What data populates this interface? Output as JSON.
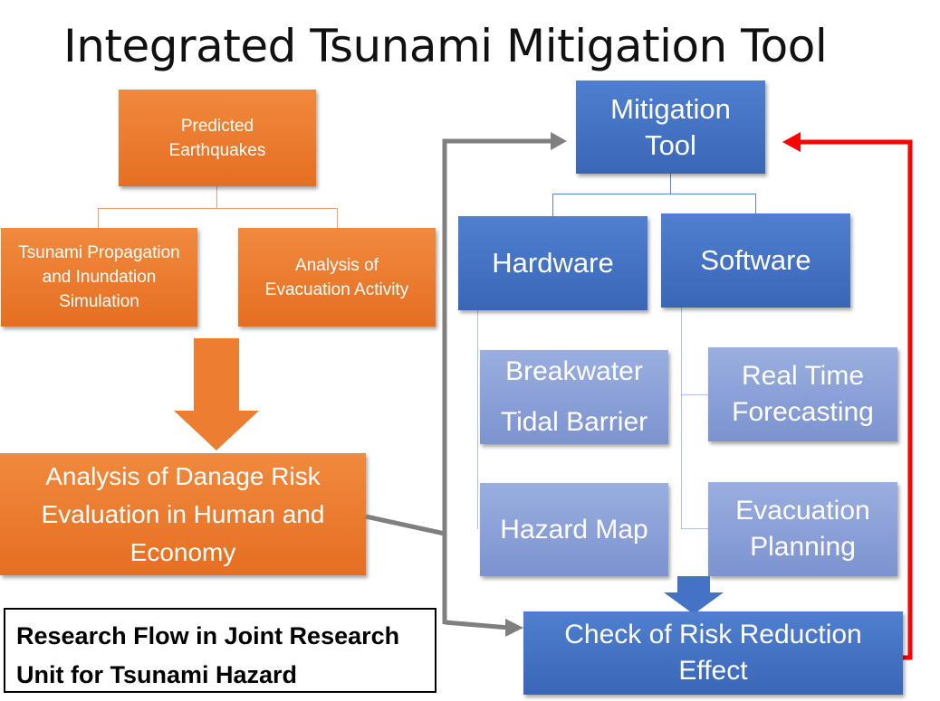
{
  "title": "Integrated Tsunami Mitigation Tool",
  "left_flow": {
    "predicted": [
      "Predicted",
      "Earthquakes"
    ],
    "propagation": [
      "Tsunami Propagation",
      "and Inundation",
      "Simulation"
    ],
    "evacuation_activity": [
      "Analysis of",
      "Evacuation Activity"
    ],
    "damage_risk": [
      "Analysis of Danage Risk",
      "Evaluation in Human and",
      "Economy"
    ]
  },
  "right_flow": {
    "mitigation_tool": [
      "Mitigation",
      "Tool"
    ],
    "hardware": "Hardware",
    "software": "Software",
    "breakwater": "Breakwater",
    "tidal_barrier": "Tidal Barrier",
    "hazard_map": "Hazard Map",
    "real_time": [
      "Real Time",
      "Forecasting"
    ],
    "evac_planning": [
      "Evacuation",
      "Planning"
    ],
    "check_risk": [
      "Check of Risk Reduction",
      "Effect"
    ]
  },
  "note": [
    "Research Flow in Joint Research",
    "Unit for Tsunami Hazard"
  ],
  "colors": {
    "orange": "#e8722a",
    "blue": "#3f6fc2",
    "light_blue": "#8a9fd6",
    "gray_arrow": "#7f7f7f",
    "red_arrow": "#ff0000"
  }
}
